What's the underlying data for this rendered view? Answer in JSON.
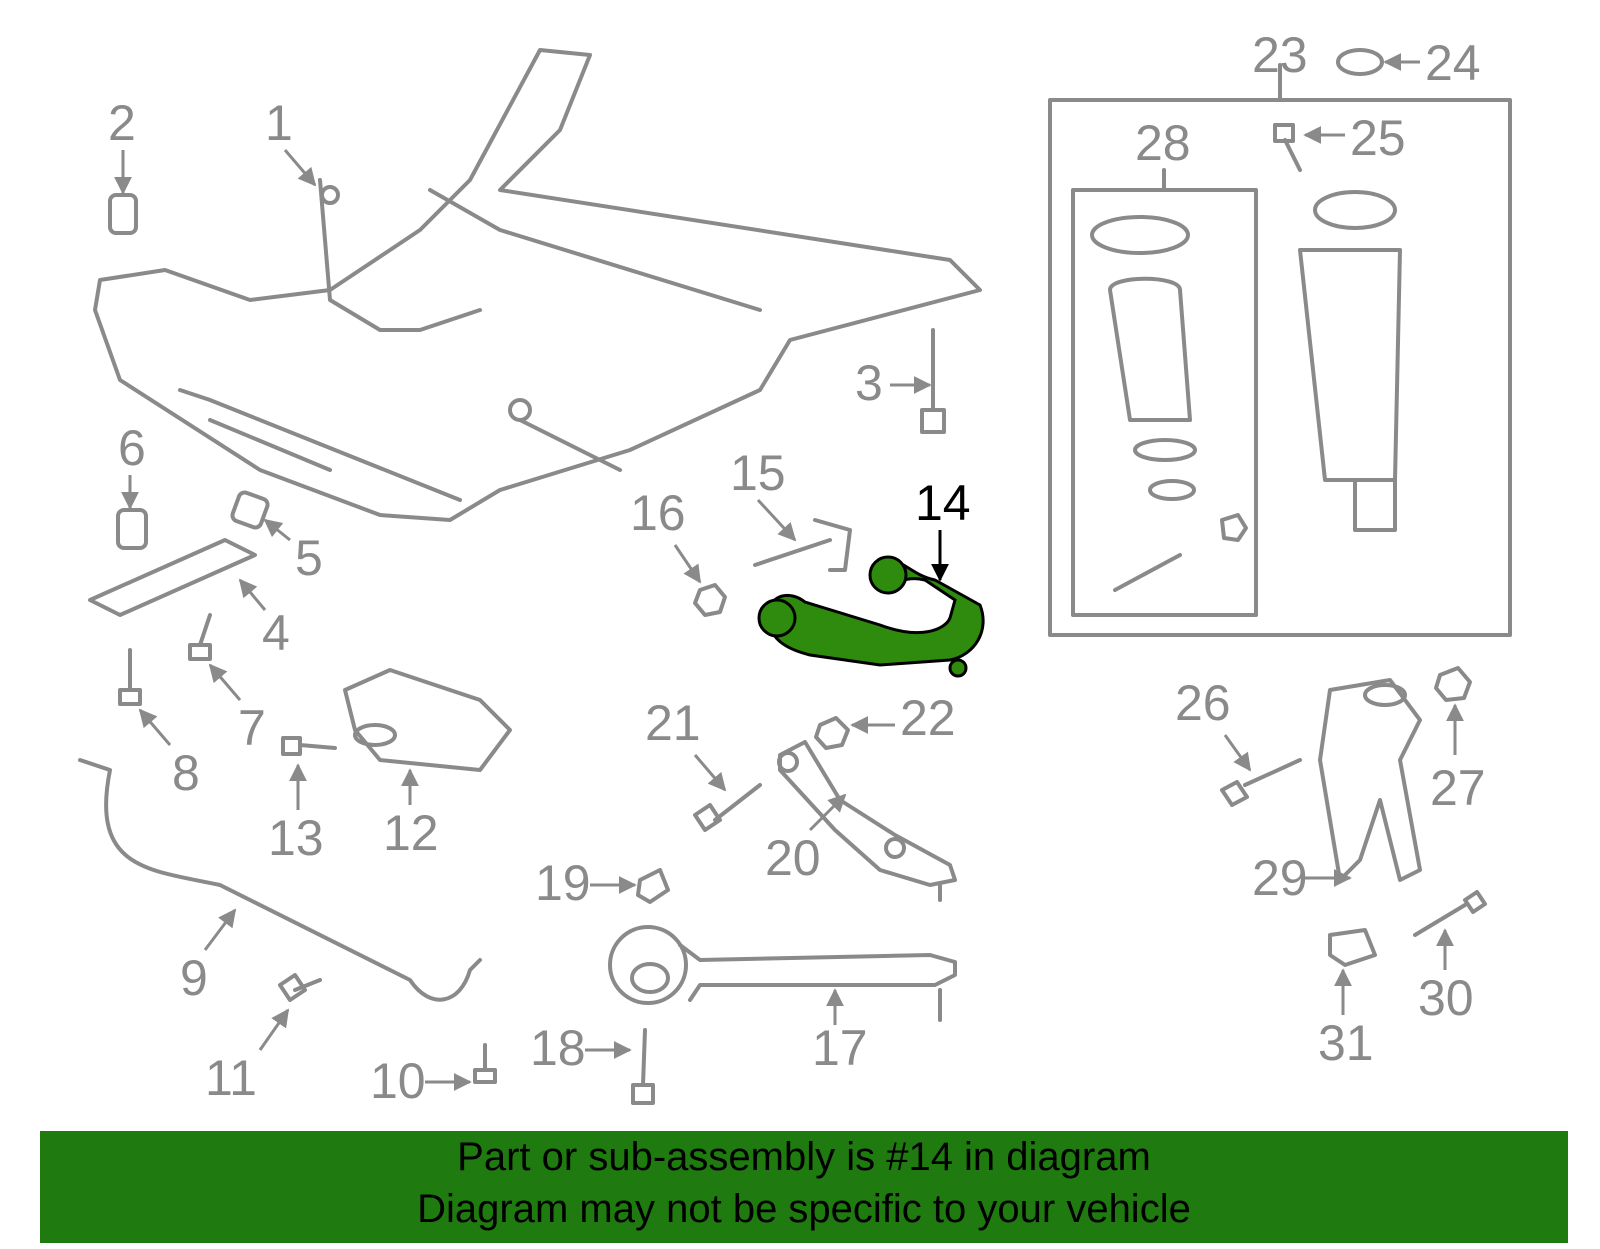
{
  "highlight": {
    "part_number": "14",
    "color": "#2e8b0e"
  },
  "callouts": [
    "1",
    "2",
    "3",
    "4",
    "5",
    "6",
    "7",
    "8",
    "9",
    "10",
    "11",
    "12",
    "13",
    "14",
    "15",
    "16",
    "17",
    "18",
    "19",
    "20",
    "21",
    "22",
    "23",
    "24",
    "25",
    "26",
    "27",
    "28",
    "29",
    "30",
    "31"
  ],
  "banner": {
    "line1": "Part or sub-assembly is #14 in diagram",
    "line2": "Diagram may not be specific to your vehicle",
    "background": "#1f7a0f"
  }
}
